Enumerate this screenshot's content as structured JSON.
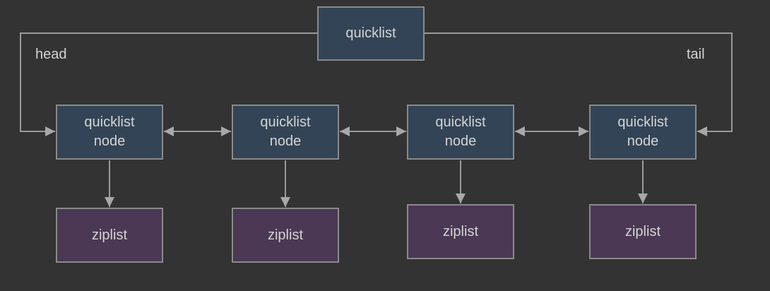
{
  "diagram": {
    "root": {
      "label": "quicklist"
    },
    "head_label": "head",
    "tail_label": "tail",
    "nodes": [
      {
        "line1": "quicklist",
        "line2": "node",
        "child": "ziplist"
      },
      {
        "line1": "quicklist",
        "line2": "node",
        "child": "ziplist"
      },
      {
        "line1": "quicklist",
        "line2": "node",
        "child": "ziplist"
      },
      {
        "line1": "quicklist",
        "line2": "node",
        "child": "ziplist"
      }
    ],
    "colors": {
      "background": "#333333",
      "node_fill": "#334456",
      "ziplist_fill": "#4a3854",
      "border": "#8a8a8a",
      "connector": "#9a9a9a",
      "text": "#d4d4d4"
    }
  }
}
